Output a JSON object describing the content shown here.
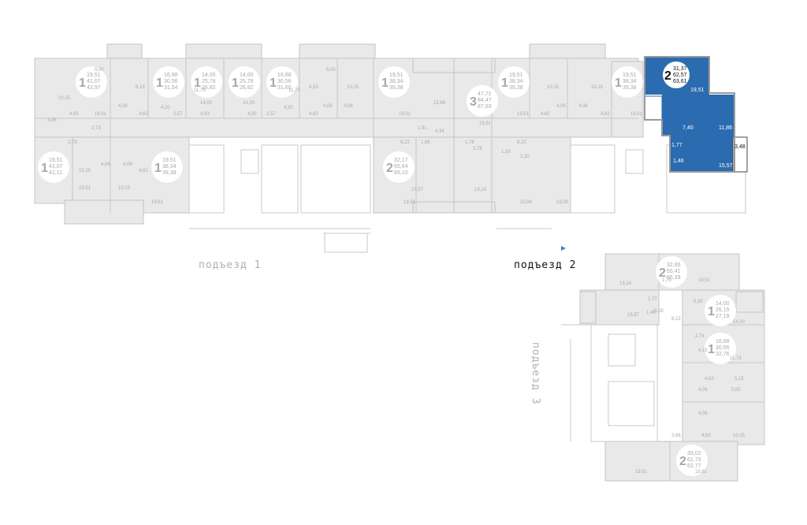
{
  "entrances": {
    "e1": "подъезд 1",
    "e2": "подъезд 2",
    "e3": "подъезд 3"
  },
  "colors": {
    "selected": "#2b6cb0",
    "inactive": "#e9e9e9",
    "text_inactive": "#a8a8a8"
  },
  "selected_apartment": {
    "rooms": "2",
    "living": "31,37",
    "area": "62,57",
    "total": "63,61",
    "room_areas": [
      "19,51",
      "7,40",
      "11,86",
      "1,77",
      "1,46",
      "15,57",
      "3,48"
    ]
  },
  "apartments": [
    {
      "rooms": "1",
      "living": "19,51",
      "area": "41,07",
      "total": "42,97"
    },
    {
      "rooms": "1",
      "living": "16,88",
      "area": "30,56",
      "total": "31,54"
    },
    {
      "rooms": "1",
      "living": "14,00",
      "area": "25,78",
      "total": "26,82"
    },
    {
      "rooms": "1",
      "living": "14,00",
      "area": "25,78",
      "total": "26,82"
    },
    {
      "rooms": "1",
      "living": "16,88",
      "area": "30,56",
      "total": "31,60"
    },
    {
      "rooms": "1",
      "living": "19,51",
      "area": "38,34",
      "total": "39,38"
    },
    {
      "rooms": "3",
      "living": "47,71",
      "area": "84,47",
      "total": "87,93"
    },
    {
      "rooms": "1",
      "living": "19,51",
      "area": "38,34",
      "total": "39,38"
    },
    {
      "rooms": "1",
      "living": "19,51",
      "area": "38,34",
      "total": "39,38"
    },
    {
      "rooms": "1",
      "living": "19,51",
      "area": "41,07",
      "total": "42,11"
    },
    {
      "rooms": "1",
      "living": "19,51",
      "area": "38,34",
      "total": "39,38"
    },
    {
      "rooms": "2",
      "living": "32,17",
      "area": "65,64",
      "total": "69,10"
    },
    {
      "rooms": "2",
      "living": "32,65",
      "area": "65,41",
      "total": "66,39"
    },
    {
      "rooms": "1",
      "living": "14,00",
      "area": "26,15",
      "total": "27,19"
    },
    {
      "rooms": "1",
      "living": "16,88",
      "area": "30,56",
      "total": "32,76"
    },
    {
      "rooms": "2",
      "living": "39,02",
      "area": "61,73",
      "total": "62,77"
    }
  ],
  "room_labels": [
    "5,00",
    "8,15",
    "10,15",
    "4,06",
    "4,06",
    "4,62",
    "2,73",
    "2,73",
    "4,62",
    "19,51",
    "4,20",
    "2,57",
    "11,73",
    "14,00",
    "4,93",
    "14,00",
    "4,93",
    "2,57",
    "11,73",
    "5,15",
    "5,00",
    "4,06",
    "4,20",
    "4,62",
    "10,15",
    "4,06",
    "19,51",
    "12,66",
    "19,51",
    "1,91",
    "1,66",
    "8,22",
    "4,34",
    "3,78",
    "1,76",
    "2,20",
    "8,22",
    "1,50",
    "19,51",
    "4,62",
    "10,15",
    "10,15",
    "4,06",
    "4,06",
    "4,62",
    "19,51",
    "4,06",
    "4,06",
    "4,62",
    "10,15",
    "19,51",
    "10,15",
    "19,51",
    "15,57",
    "13,14",
    "15,06",
    "19,30",
    "19,51",
    "13,14",
    "1,76",
    "19,51",
    "3,28",
    "5,30",
    "1,77",
    "8,22",
    "15,57",
    "1,46",
    "14,00",
    "2,74",
    "4,15",
    "11,73",
    "4,62",
    "5,15",
    "5,00",
    "4,06",
    "4,06",
    "3,88",
    "4,62",
    "10,15",
    "19,51",
    "19,81"
  ]
}
